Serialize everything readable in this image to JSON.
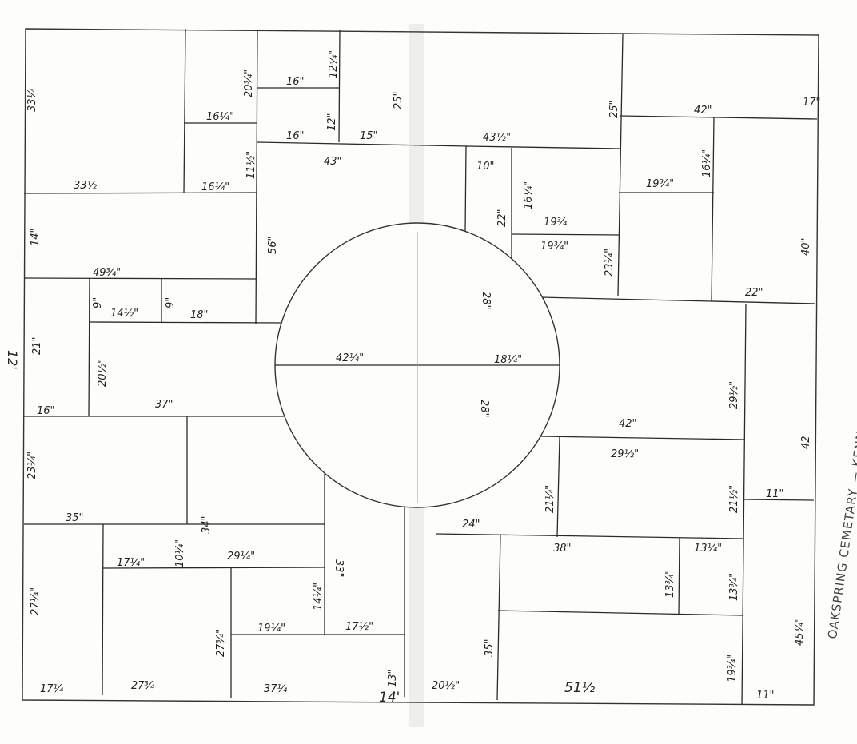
{
  "title": "OAKSPRING CEMETARY — KENNEDY MEMORIAL STONE",
  "overall_height": "12'",
  "overall_width": "14'",
  "labels": {
    "l01": "33¼",
    "l02": "20¾\"",
    "l03": "12¾\"",
    "l04": "16\"",
    "l05": "25\"",
    "l06": "16¼\"",
    "l07": "16\"",
    "l08": "12\"",
    "l09": "15\"",
    "l10": "43\"",
    "l11": "11½\"",
    "l12": "16¼\"",
    "l13": "33½",
    "l14": "14\"",
    "l15": "56\"",
    "l16": "49¾\"",
    "l17": "9\"",
    "l18": "14½\"",
    "l19": "9\"",
    "l20": "18\"",
    "l21": "21\"",
    "l22": "20½\"",
    "l23": "42¼\"",
    "l24": "18¼\"",
    "l25": "16\"",
    "l26": "37\"",
    "l27": "23¼\"",
    "l28": "35\"",
    "l29": "34\"",
    "l30": "10¼\"",
    "l31": "17¼\"",
    "l32": "29¼\"",
    "l33": "27¼\"",
    "l34": "33\"",
    "l35": "14¼\"",
    "l36": "27¾\"",
    "l37": "19¼\"",
    "l38": "17½\"",
    "l39": "17¼",
    "l40": "27¾",
    "l41": "37¼",
    "l42": "13\"",
    "l43": "25\"",
    "l44": "43½\"",
    "l45": "42\"",
    "l46": "17\"",
    "l47": "10\"",
    "l48": "22\"",
    "l49": "16¼\"",
    "l50": "19¾",
    "l51": "19¾\"",
    "l52": "23¼\"",
    "l53": "19¾\"",
    "l54": "16¼\"",
    "l55": "40\"",
    "l56": "22\"",
    "l57": "28\"",
    "l58": "28\"",
    "l59": "29½\"",
    "l60": "42\"",
    "l61": "29½\"",
    "l62": "21¼\"",
    "l63": "21½\"",
    "l64": "42",
    "l65": "11\"",
    "l66": "24\"",
    "l67": "38\"",
    "l68": "13¼\"",
    "l69": "13¾\"",
    "l70": "13¾\"",
    "l71": "35\"",
    "l72": "20½\"",
    "l73": "51½",
    "l74": "19¾\"",
    "l75": "45¾\"",
    "l76": "11\""
  }
}
